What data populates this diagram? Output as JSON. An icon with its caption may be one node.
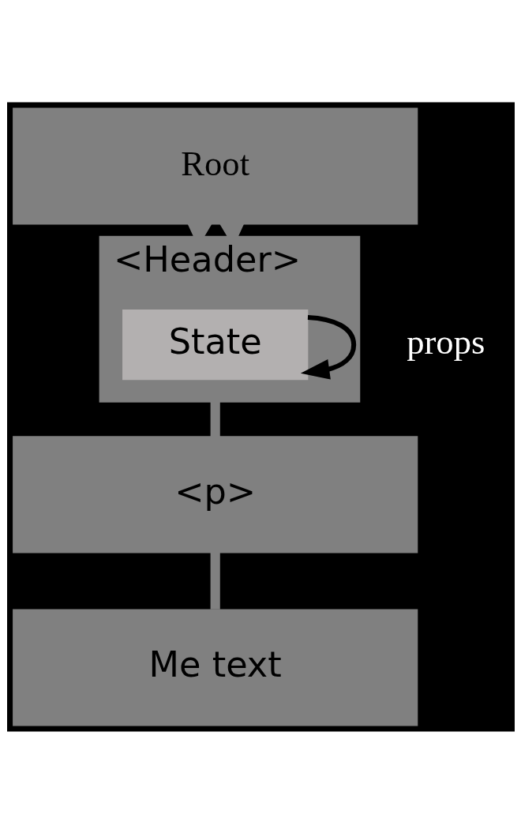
{
  "diagram": {
    "nodes": [
      {
        "text": [
          "Root"
        ]
      },
      {
        "text": [
          "<Header>"
        ]
      },
      {
        "text": [
          "State"
        ],
        "in": 1
      },
      {
        "text": [
          "<p>"
        ]
      },
      {
        "text": [
          "Me text"
        ]
      }
    ],
    "edges": [
      {
        "from": 0,
        "to": 1,
        "arrow": "to"
      },
      {
        "from": 0,
        "to": 1,
        "arrow": "to"
      },
      {
        "from": 2,
        "to": 2,
        "arrow": "to",
        "color": "#000000"
      },
      {
        "from": 1,
        "to": 3,
        "arrow": "none"
      },
      {
        "from": 3,
        "to": 4,
        "arrow": "none"
      }
    ],
    "labels": [
      "props"
    ]
  }
}
